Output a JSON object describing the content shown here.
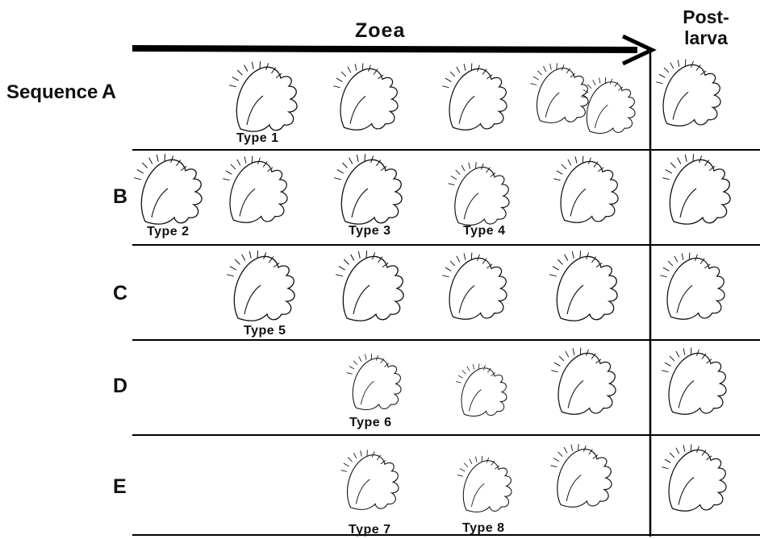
{
  "header": {
    "zoea": "Zoea",
    "postlarva_line1": "Post-",
    "postlarva_line2": "larva"
  },
  "sequence_word": "Sequence",
  "rows": [
    {
      "letter": "A"
    },
    {
      "letter": "B"
    },
    {
      "letter": "C"
    },
    {
      "letter": "D"
    },
    {
      "letter": "E"
    }
  ],
  "type_labels": [
    "Type 1",
    "Type 2",
    "Type 3",
    "Type 4",
    "Type 5",
    "Type 6",
    "Type 7",
    "Type 8"
  ]
}
